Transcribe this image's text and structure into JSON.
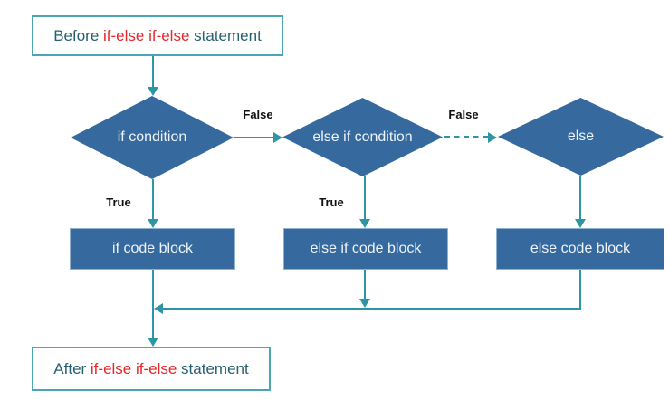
{
  "palette": {
    "node_fill": "#36699e",
    "node_text": "#eef3f9",
    "connector": "#2d95a4",
    "box_border": "#4ba6b4",
    "dark_text": "#265f70",
    "red_text": "#e5262b",
    "edge_label_text": "#111111",
    "background": "#ffffff"
  },
  "nodes": {
    "before_box": {
      "prefix": "Before ",
      "highlight": "if-else if-else",
      "suffix": " statement"
    },
    "after_box": {
      "prefix": "After ",
      "highlight": "if-else if-else",
      "suffix": " statement"
    },
    "if_condition": "if condition",
    "else_if_condition": "else if condition",
    "else_condition": "else",
    "if_code_block": "if code block",
    "else_if_code_block": "else if code block",
    "else_code_block": "else code block"
  },
  "edge_labels": {
    "if_false": "False",
    "else_if_false": "False",
    "if_true": "True",
    "else_if_true": "True"
  }
}
